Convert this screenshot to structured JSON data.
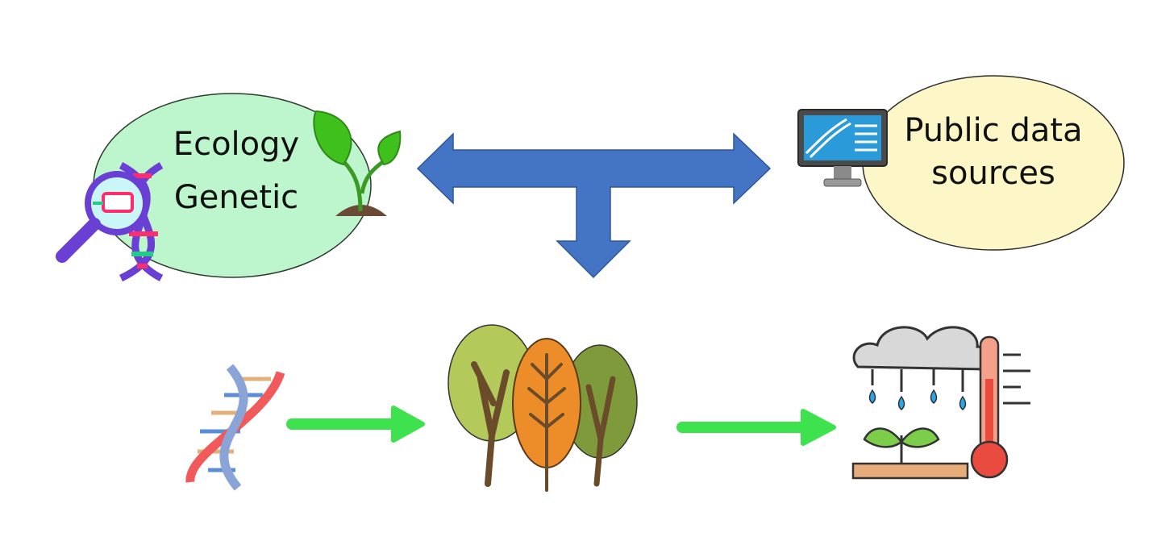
{
  "nodes": {
    "ecology_genetic": {
      "line1": "Ecology",
      "line2": "Genetic"
    },
    "public_data": {
      "line1": "Public data",
      "line2": "sources"
    }
  },
  "icons": {
    "dna_search": "dna-magnifier-icon",
    "sprout": "sprout-icon",
    "computer": "computer-dna-icon",
    "dna": "dna-helix-icon",
    "trees": "trees-icon",
    "climate": "climate-icon"
  },
  "colors": {
    "ecology_fill": "#bdf6cc",
    "public_fill": "#fdf6c6",
    "blue_arrow": "#4474c4",
    "green_arrow": "#3ee24f"
  }
}
